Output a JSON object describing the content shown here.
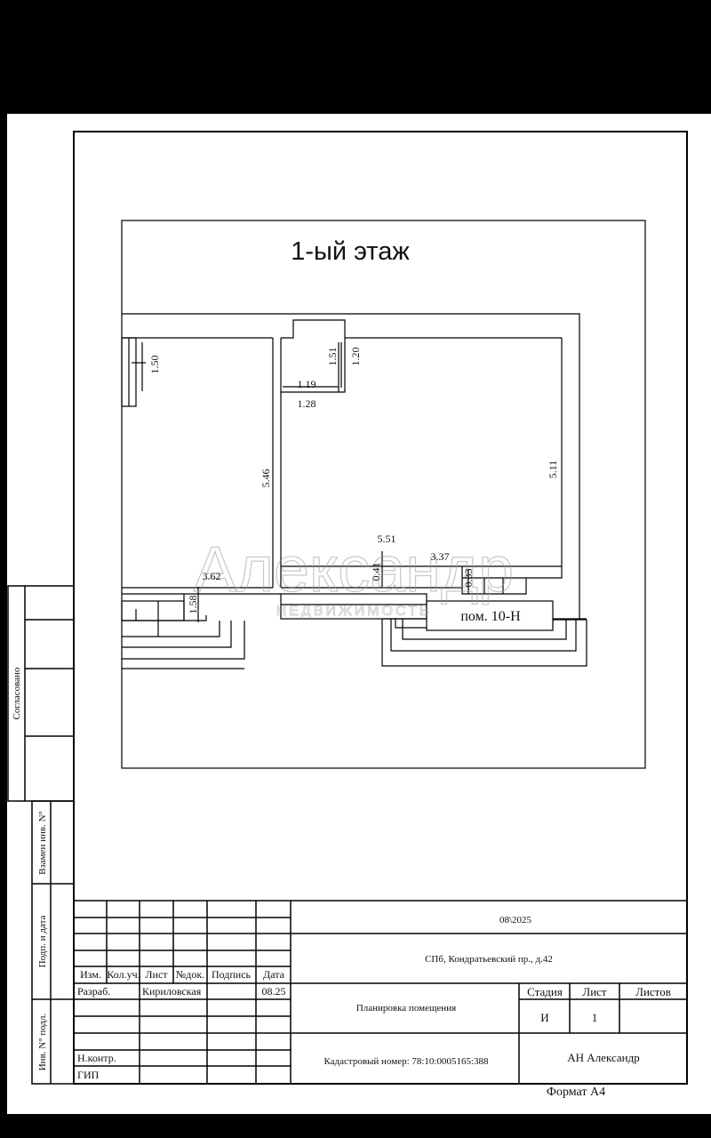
{
  "drawing": {
    "title": "1-ый этаж",
    "room_label": "пом. 10-Н",
    "dimensions": {
      "d_150": "1.50",
      "d_151": "1.51",
      "d_120": "1.20",
      "d_119": "1.19",
      "d_128": "1.28",
      "d_546": "5.46",
      "d_511": "5.11",
      "d_551": "5.51",
      "d_337": "3.37",
      "d_362": "3.62",
      "d_041": "0.41",
      "d_033": "0.33",
      "d_158": "1.58"
    }
  },
  "watermark": {
    "main": "Александр",
    "sub": "НЕДВИЖИМОСТЬ"
  },
  "side_stamp": {
    "agreed": "Согласовано",
    "replace_inv": "Взамен инв. N°",
    "sign_date": "Подп. и дата",
    "inv_orig": "Инв. N° подл."
  },
  "title_block": {
    "headers": [
      "Изм.",
      "Кол.уч.",
      "Лист",
      "№док.",
      "Подпись",
      "Дата"
    ],
    "developed_label": "Разраб.",
    "developer": "Кириловская",
    "dev_date": "08.25",
    "norm_control": "Н.контр.",
    "gip": "ГИП",
    "date_code": "08\\2025",
    "address": "СПб, Кондратьевский пр., д.42",
    "doc_name": "Планировка помещения",
    "cadastral": "Кадастровый номер: 78:10:0005165:388",
    "stage_label": "Стадия",
    "sheet_label": "Лист",
    "sheets_label": "Листов",
    "stage_value": "И",
    "sheet_value": "1",
    "company": "АН Александр"
  },
  "format_label": "Формат А4"
}
